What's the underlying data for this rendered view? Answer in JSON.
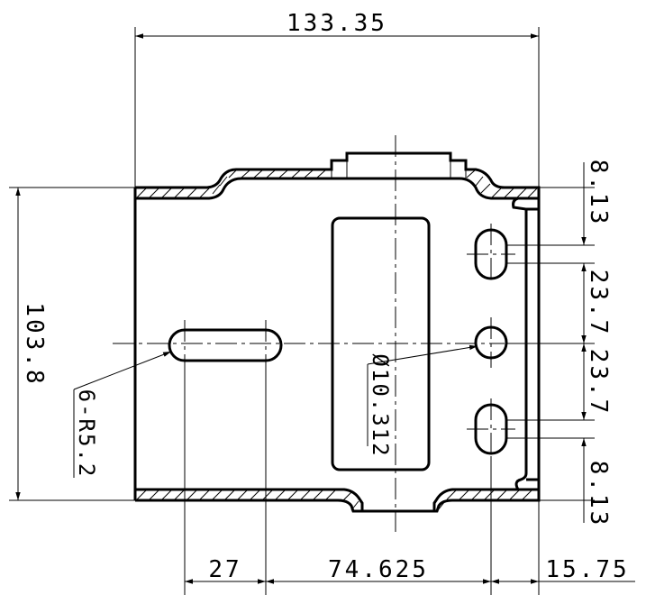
{
  "drawing": {
    "dimensions": {
      "overall_width": "133.35",
      "overall_height": "103.8",
      "bottom_left": "27",
      "bottom_middle": "74.625",
      "bottom_right": "15.75",
      "right_top": "8.13",
      "right_upper": "23.7",
      "right_lower": "23.7",
      "right_bottom": "8.13"
    },
    "callouts": {
      "slot_radius": "6-R5.2",
      "hole_diameter": "Ø10.312"
    }
  }
}
